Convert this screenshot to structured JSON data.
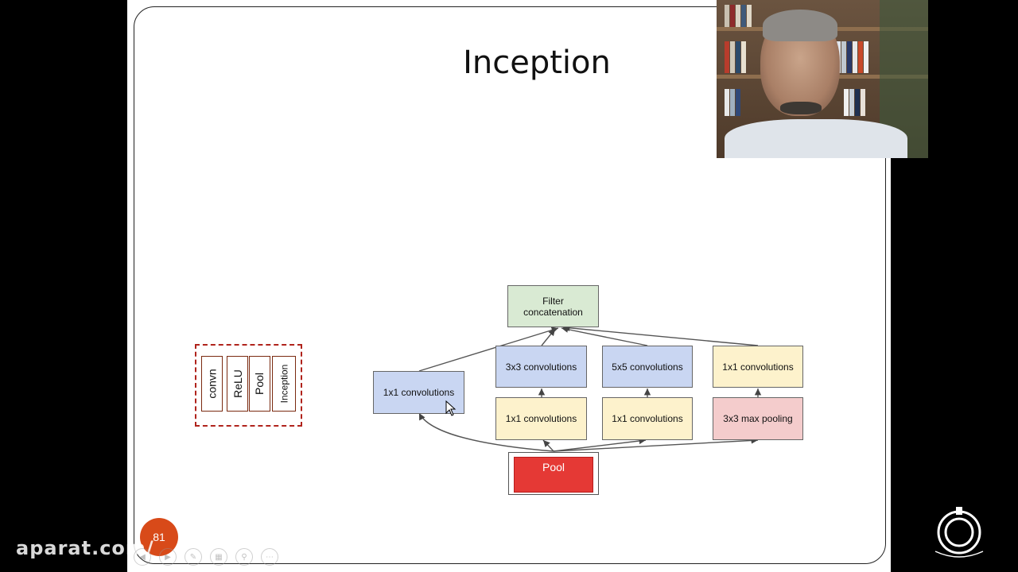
{
  "slide": {
    "title": "Inception",
    "page_number": "81"
  },
  "mini_diagram": {
    "layers": [
      "convn",
      "ReLU",
      "Pool",
      "Inception"
    ]
  },
  "diagram": {
    "filter_concat": "Filter concatenation",
    "branch1_1x1": "1x1 convolutions",
    "branch2_3x3": "3x3 convolutions",
    "branch2_1x1": "1x1 convolutions",
    "branch3_5x5": "5x5 convolutions",
    "branch3_1x1": "1x1 convolutions",
    "branch4_1x1": "1x1 convolutions",
    "branch4_pool": "3x3 max pooling",
    "input": "Pool"
  },
  "watermark": "aparat.com/",
  "toolbar_icons": [
    "back-icon",
    "forward-icon",
    "pen-icon",
    "slides-icon",
    "zoom-icon",
    "more-icon"
  ],
  "colors": {
    "green": "#d9ead3",
    "blue": "#c9d6f2",
    "yellow": "#fdf2cc",
    "pink": "#f4cccc",
    "pool_red": "#e53935",
    "badge": "#d84a19"
  }
}
